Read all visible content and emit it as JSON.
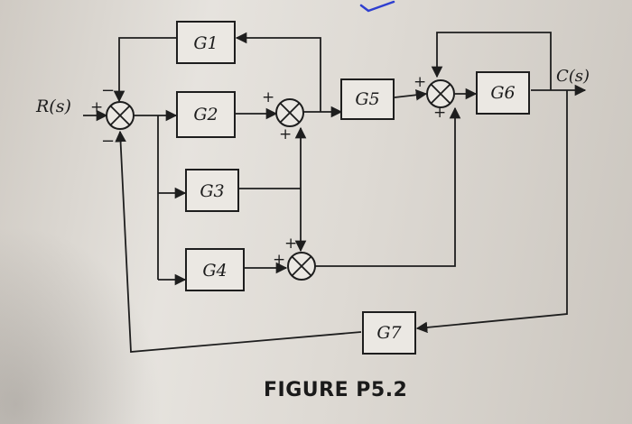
{
  "figure": {
    "caption": "FIGURE P5.2"
  },
  "signals": {
    "input": "R(s)",
    "output": "C(s)"
  },
  "blocks": [
    {
      "id": "g1",
      "label": "G1"
    },
    {
      "id": "g2",
      "label": "G2"
    },
    {
      "id": "g3",
      "label": "G3"
    },
    {
      "id": "g4",
      "label": "G4"
    },
    {
      "id": "g5",
      "label": "G5"
    },
    {
      "id": "g6",
      "label": "G6"
    },
    {
      "id": "g7",
      "label": "G7"
    }
  ],
  "sign_labels": {
    "sj1_input": "+",
    "sj1_top": "−",
    "sj1_bottom": "−",
    "sj2_left": "+",
    "sj2_bottom": "+",
    "sj3_left": "+",
    "sj3_top": "+",
    "sj4_left": "+",
    "sj4_bottom": "+"
  },
  "colors": {
    "ink": "#1e1e1e",
    "pen_mark": "#2f3fd0"
  }
}
